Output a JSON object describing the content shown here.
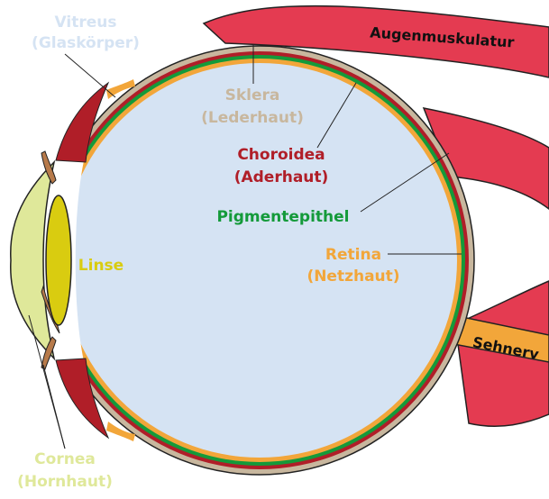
{
  "labels": {
    "vitreus_1": "Vitreus",
    "vitreus_2": "(Glaskörper)",
    "sklera_1": "Sklera",
    "sklera_2": "(Lederhaut)",
    "choroidea_1": "Choroidea",
    "choroidea_2": "(Aderhaut)",
    "pigment": "Pigmentepithel",
    "retina_1": "Retina",
    "retina_2": "(Netzhaut)",
    "linse": "Linse",
    "cornea_1": "Cornea",
    "cornea_2": "(Hornhaut)",
    "muskel": "Augenmuskulatur",
    "sehnerv": "Sehnerv"
  },
  "colors": {
    "vitreus": "#d5e3f3",
    "sklera": "#c8b79e",
    "choroidea": "#b01e28",
    "pigment": "#149a3a",
    "retina": "#f2a63a",
    "linse": "#d9cc10",
    "cornea": "#dfe89a",
    "muscle": "#e43b51",
    "iris": "#b77a4a",
    "outline": "#222222"
  }
}
